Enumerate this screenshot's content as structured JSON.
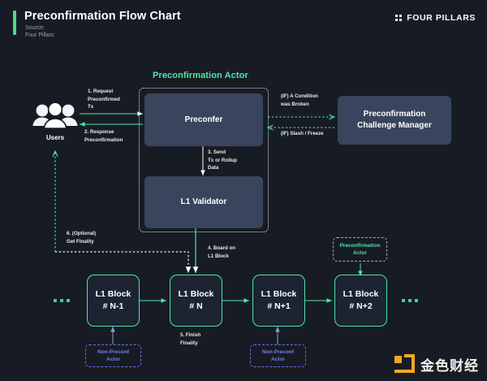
{
  "header": {
    "title": "Preconfirmation Flow Chart",
    "source_label": "Source:",
    "source_name": "Four Pillars",
    "brand": "FOUR PILLARS",
    "brand_icon": "four-dots-icon",
    "accent_color": "#4ade80"
  },
  "diagram": {
    "group": {
      "title": "Preconfirmation Actor",
      "nodes": [
        {
          "id": "preconfer",
          "label": "Preconfer"
        },
        {
          "id": "l1-validator",
          "label": "L1 Validator"
        }
      ]
    },
    "users": {
      "label": "Users",
      "icon": "users-group-icon"
    },
    "challenge_manager": {
      "line1": "Preconfirmation",
      "line2": "Challenge Manager"
    },
    "preconf_actor_tag": {
      "line1": "Preconfirmation",
      "line2": "Actor"
    },
    "non_preconf_actors": [
      {
        "line1": "Non-Preconf",
        "line2": "Actor"
      },
      {
        "line1": "Non-Preconf",
        "line2": "Actor"
      }
    ],
    "blocks": [
      {
        "line1": "L1 Block",
        "line2": "# N-1"
      },
      {
        "line1": "L1 Block",
        "line2": "# N"
      },
      {
        "line1": "L1 Block",
        "line2": "# N+1"
      },
      {
        "line1": "L1 Block",
        "line2": "# N+2"
      }
    ],
    "edge_labels": [
      {
        "id": "step1",
        "text": "1. Request\nPreconfirmed\nTx"
      },
      {
        "id": "step2",
        "text": "2. Response\nPreconfirmation"
      },
      {
        "id": "step3",
        "text": "3. Send\nTx or Rollup\nData"
      },
      {
        "id": "step4",
        "text": "4. Board on\nL1 Block"
      },
      {
        "id": "step5",
        "text": "5. Finish\nFinality"
      },
      {
        "id": "step6",
        "text": "6. (Optional)\nGet Finality"
      },
      {
        "id": "cond-broken",
        "text": "(IF) A Condition\nwas Broken"
      },
      {
        "id": "slash-freeze",
        "text": "(IF) Slash / Freeze"
      }
    ],
    "colors": {
      "background": "#171c24",
      "node_blue": "#38455c",
      "accent_green": "#4de6a8",
      "purple": "#6d6df0",
      "teal_dot": "#3bd0c0"
    }
  },
  "watermark": {
    "text": "金色财经",
    "color": "#f5a623"
  }
}
